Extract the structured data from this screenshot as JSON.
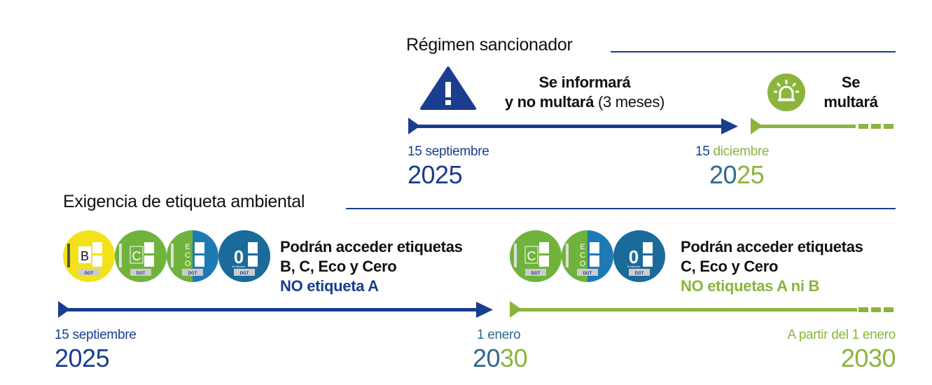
{
  "regimen": {
    "title": "Régimen sancionador",
    "warning_line1": "Se informará",
    "warning_line2_bold": "y no multará",
    "warning_line2_normal": " (3 meses)",
    "fine_line1": "Se",
    "fine_line2": "multará",
    "start_small": "15 septiembre",
    "start_year": "2025",
    "end_small_a": "15 ",
    "end_small_b": "diciembre",
    "end_year_a": "20",
    "end_year_b": "25"
  },
  "exigencia": {
    "title": "Exigencia de etiqueta ambiental",
    "group1_line1": "Podrán acceder etiquetas",
    "group1_line2": "B, C, Eco y Cero",
    "group1_line3": "NO etiqueta A",
    "group2_line1": "Podrán acceder etiquetas",
    "group2_line2": "C, Eco y Cero",
    "group2_line3": "NO etiquetas A ni B",
    "start_small": "15 septiembre",
    "start_year": "2025",
    "mid_small": "1 enero",
    "mid_year_a": "20",
    "mid_year_b": "30",
    "end_small": "A partir del 1 enero",
    "end_year": "2030"
  },
  "badges": {
    "b_letter": "B",
    "c_letter": "C",
    "eco_letter_1": "E",
    "eco_letter_2": "C",
    "eco_letter_3": "O",
    "cero_letter": "0",
    "dgt": "DGT",
    "cero_caption": "Emisiones"
  },
  "colors": {
    "navy": "#1a3d8f",
    "green": "#8cb43c",
    "teal": "#2e6a8a",
    "badge_yellow": "#f3e21b",
    "badge_green": "#6fb33c",
    "badge_blue": "#1d7ab4"
  },
  "icons": {
    "warning": "warning-triangle-icon",
    "alarm": "alarm-light-icon"
  }
}
